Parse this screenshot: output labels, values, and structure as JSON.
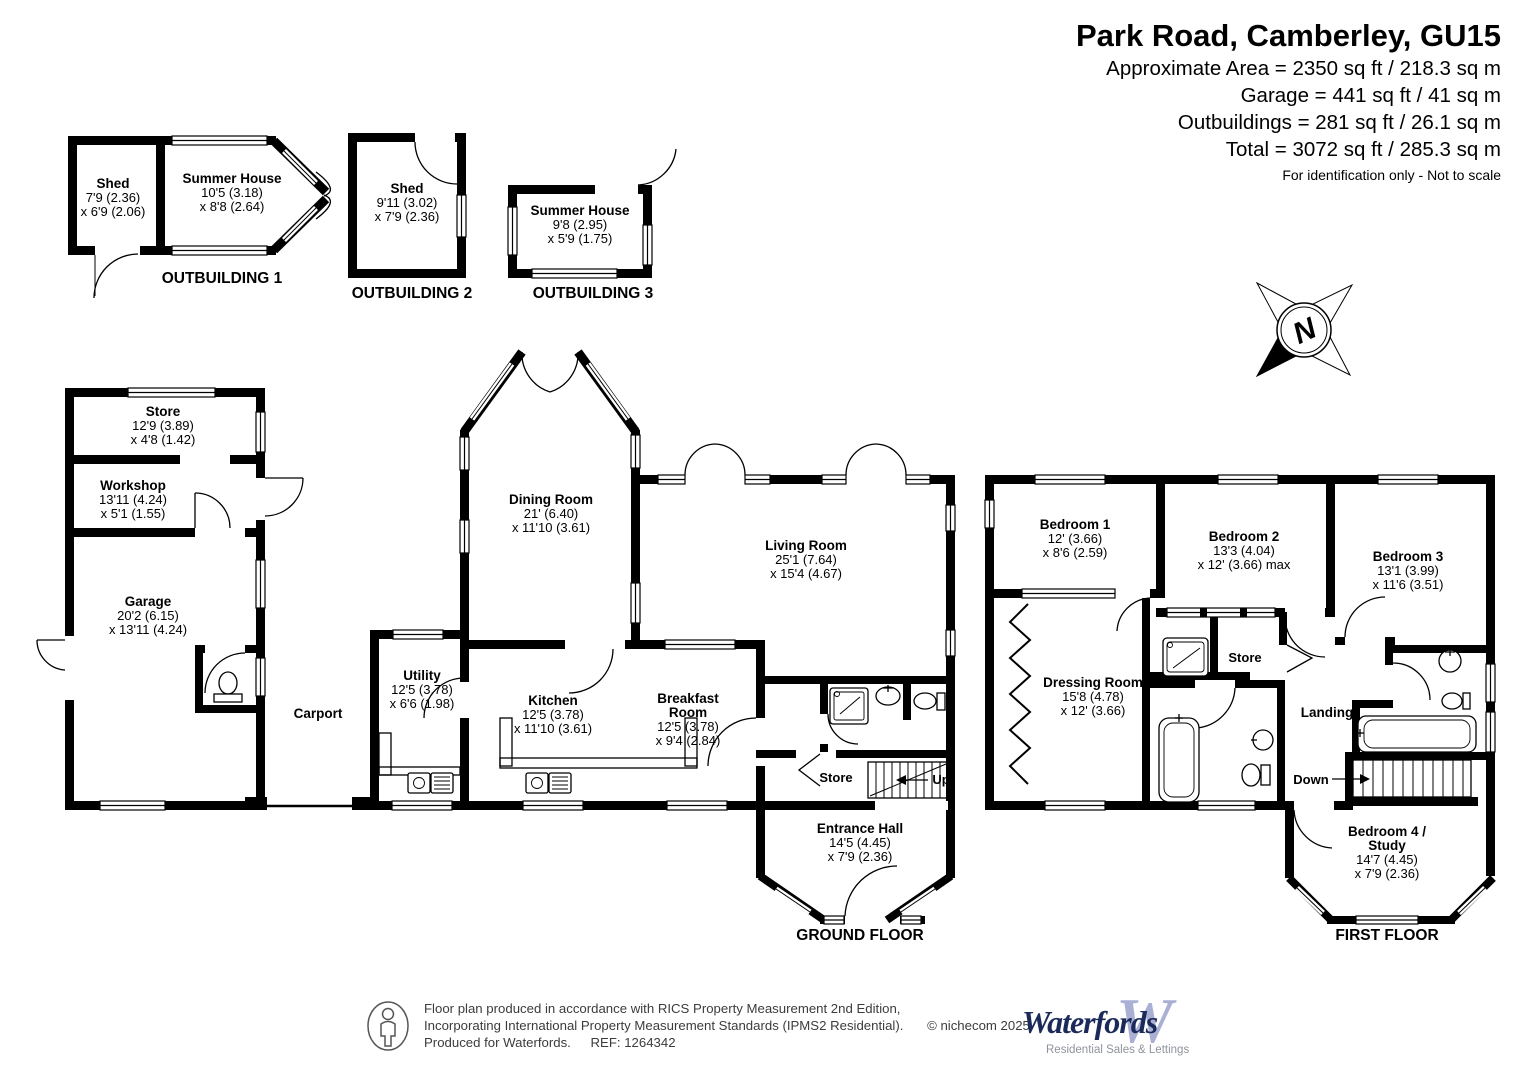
{
  "header": {
    "title": "Park Road, Camberley, GU15",
    "line1": "Approximate Area = 2350 sq ft / 218.3 sq m",
    "line2": "Garage = 441 sq ft / 41 sq m",
    "line3": "Outbuildings = 281 sq ft / 26.1 sq m",
    "line4": "Total = 3072 sq ft / 285.3 sq m",
    "disclaimer": "For identification only - Not to scale"
  },
  "compass": {
    "label": "N"
  },
  "outbuildings": {
    "ob1": {
      "label": "OUTBUILDING 1",
      "shed_name": "Shed",
      "shed_dim1": "7'9 (2.36)",
      "shed_dim2": "x 6'9 (2.06)",
      "summer_name": "Summer House",
      "summer_dim1": "10'5 (3.18)",
      "summer_dim2": "x 8'8 (2.64)"
    },
    "ob2": {
      "label": "OUTBUILDING 2",
      "shed_name": "Shed",
      "shed_dim1": "9'11 (3.02)",
      "shed_dim2": "x 7'9 (2.36)"
    },
    "ob3": {
      "label": "OUTBUILDING 3",
      "summer_name": "Summer House",
      "summer_dim1": "9'8 (2.95)",
      "summer_dim2": "x 5'9 (1.75)"
    }
  },
  "ground_floor": {
    "label": "GROUND FLOOR",
    "rooms": {
      "store": {
        "name": "Store",
        "dim1": "12'9 (3.89)",
        "dim2": "x 4'8 (1.42)"
      },
      "workshop": {
        "name": "Workshop",
        "dim1": "13'11 (4.24)",
        "dim2": "x 5'1 (1.55)"
      },
      "garage": {
        "name": "Garage",
        "dim1": "20'2 (6.15)",
        "dim2": "x 13'11 (4.24)"
      },
      "carport": {
        "name": "Carport"
      },
      "utility": {
        "name": "Utility",
        "dim1": "12'5 (3.78)",
        "dim2": "x 6'6 (1.98)"
      },
      "dining": {
        "name": "Dining Room",
        "dim1": "21' (6.40)",
        "dim2": "x 11'10 (3.61)"
      },
      "kitchen": {
        "name": "Kitchen",
        "dim1": "12'5 (3.78)",
        "dim2": "x 11'10 (3.61)"
      },
      "breakfast": {
        "name1": "Breakfast",
        "name2": "Room",
        "dim1": "12'5 (3.78)",
        "dim2": "x 9'4 (2.84)"
      },
      "living": {
        "name": "Living Room",
        "dim1": "25'1 (7.64)",
        "dim2": "x 15'4 (4.67)"
      },
      "hall": {
        "name": "Entrance Hall",
        "dim1": "14'5 (4.45)",
        "dim2": "x 7'9 (2.36)"
      },
      "stair_store": {
        "name": "Store"
      },
      "up": {
        "label": "Up"
      }
    }
  },
  "first_floor": {
    "label": "FIRST FLOOR",
    "rooms": {
      "bedroom1": {
        "name": "Bedroom 1",
        "dim1": "12' (3.66)",
        "dim2": "x 8'6 (2.59)"
      },
      "bedroom2": {
        "name": "Bedroom 2",
        "dim1": "13'3 (4.04)",
        "dim2": "x 12' (3.66) max"
      },
      "bedroom3": {
        "name": "Bedroom 3",
        "dim1": "13'1 (3.99)",
        "dim2": "x 11'6 (3.51)"
      },
      "dressing": {
        "name": "Dressing Room",
        "dim1": "15'8 (4.78)",
        "dim2": "x 12' (3.66)"
      },
      "store": {
        "name": "Store"
      },
      "landing": {
        "name": "Landing"
      },
      "down": {
        "label": "Down"
      },
      "bedroom4": {
        "name1": "Bedroom 4 /",
        "name2": "Study",
        "dim1": "14'7 (4.45)",
        "dim2": "x 7'9 (2.36)"
      }
    }
  },
  "footer": {
    "line1": "Floor plan produced in accordance with RICS Property Measurement 2nd Edition,",
    "line2": "Incorporating International Property Measurement Standards (IPMS2 Residential).",
    "copyright": "© nichecom 2025.",
    "line3a": "Produced for Waterfords.",
    "line3b": "REF:  1264342",
    "logo": {
      "brand": "Waterfords",
      "monogram": "W",
      "tagline": "Residential Sales & Lettings",
      "brand_color": "#1b2a5a",
      "monogram_color": "#a9b0d4",
      "tagline_color": "#8f939c"
    }
  }
}
